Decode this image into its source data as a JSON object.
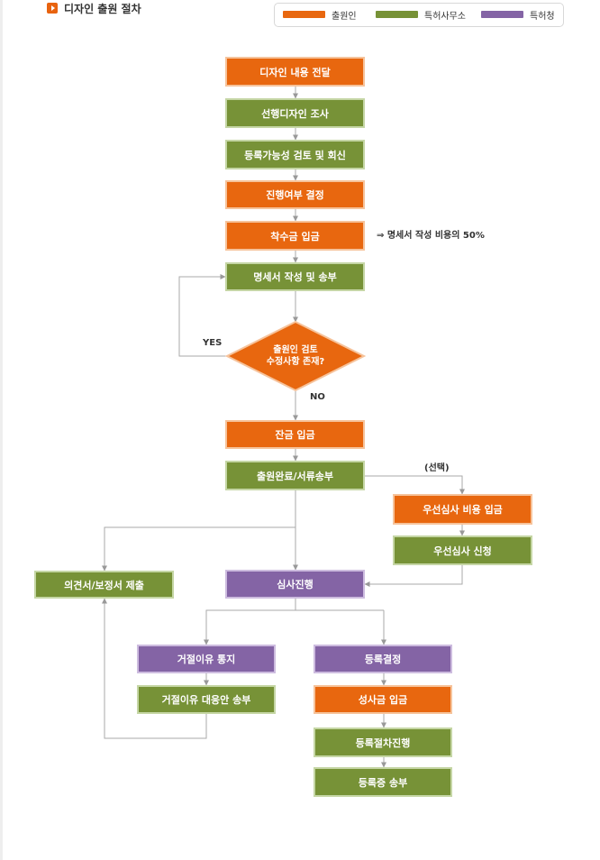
{
  "title": "디자인 출원 절차",
  "legend": [
    {
      "label": "출원인",
      "color": "#e8670f"
    },
    {
      "label": "특허사무소",
      "color": "#779237"
    },
    {
      "label": "특허청",
      "color": "#8464a5"
    }
  ],
  "steps": {
    "design_transfer": "디자인 내용 전달",
    "prior_search": "선행디자인 조사",
    "registrability_review": "등록가능성 검토 및 회신",
    "decide_proceed": "진행여부 결정",
    "initial_payment": "착수금 입금",
    "spec_writing": "명세서 작성 및 송부",
    "applicant_review_line1": "출원인 검토",
    "applicant_review_line2": "수정사항 존재?",
    "balance_payment": "잔금 입금",
    "filing_complete": "출원완료/서류송부",
    "priority_fee": "우선심사 비용 입금",
    "priority_request": "우선심사 신청",
    "opinion_submit": "의견서/보정서 제출",
    "examination": "심사진행",
    "rejection_notice": "거절이유 통지",
    "rejection_response": "거절이유 대응안 송부",
    "registration_decision": "등록결정",
    "grant_fee_payment": "성사금 입금",
    "registration_process": "등록절차진행",
    "certificate_delivery": "등록증 송부"
  },
  "annotations": {
    "fee_note": "⇒ 명세서 작성 비용의 50%",
    "yes": "YES",
    "no": "NO",
    "optional": "(선택)"
  }
}
